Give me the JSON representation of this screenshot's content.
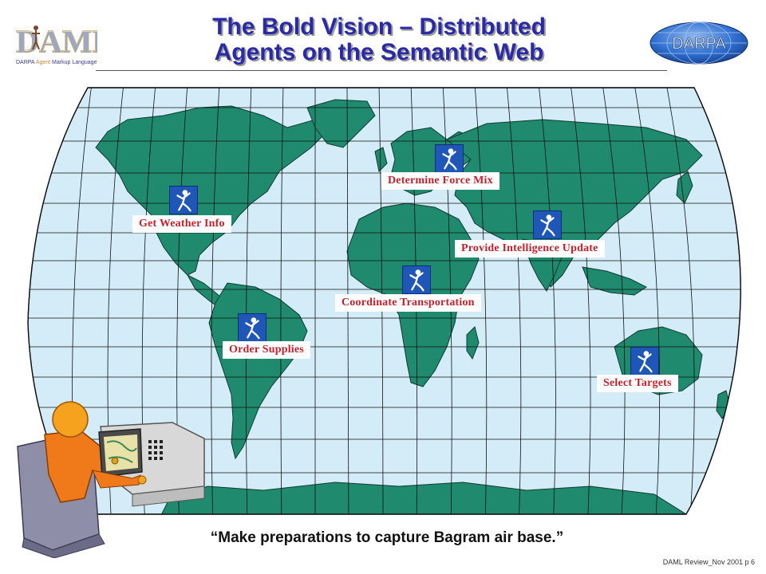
{
  "header": {
    "title_line1": "The Bold Vision – Distributed",
    "title_line2": "Agents on the Semantic Web",
    "logo_left": {
      "text": "DAML",
      "subtitle_darpa": "DARPA",
      "subtitle_agent": "Agent",
      "subtitle_rest": "Markup Language"
    },
    "logo_right": {
      "text": "DARPA"
    }
  },
  "agents": [
    {
      "label": "Get Weather Info",
      "icon": "agent-figure-icon"
    },
    {
      "label": "Determine Force Mix",
      "icon": "agent-figure-icon"
    },
    {
      "label": "Provide Intelligence Update",
      "icon": "agent-figure-icon"
    },
    {
      "label": "Coordinate Transportation",
      "icon": "agent-figure-icon"
    },
    {
      "label": "Order Supplies",
      "icon": "agent-figure-icon"
    },
    {
      "label": "Select Targets",
      "icon": "agent-figure-icon"
    }
  ],
  "quote": "“Make preparations to capture Bagram air base.”",
  "footer": "DAML Review_Nov 2001    p 6",
  "colors": {
    "title": "#2a2aa8",
    "ocean": "#d4ecf8",
    "land": "#1f8a6e",
    "label_text": "#c4202a",
    "agent_icon_bg": "#1f57b8",
    "darpa_badge": "#2f6fd0"
  }
}
